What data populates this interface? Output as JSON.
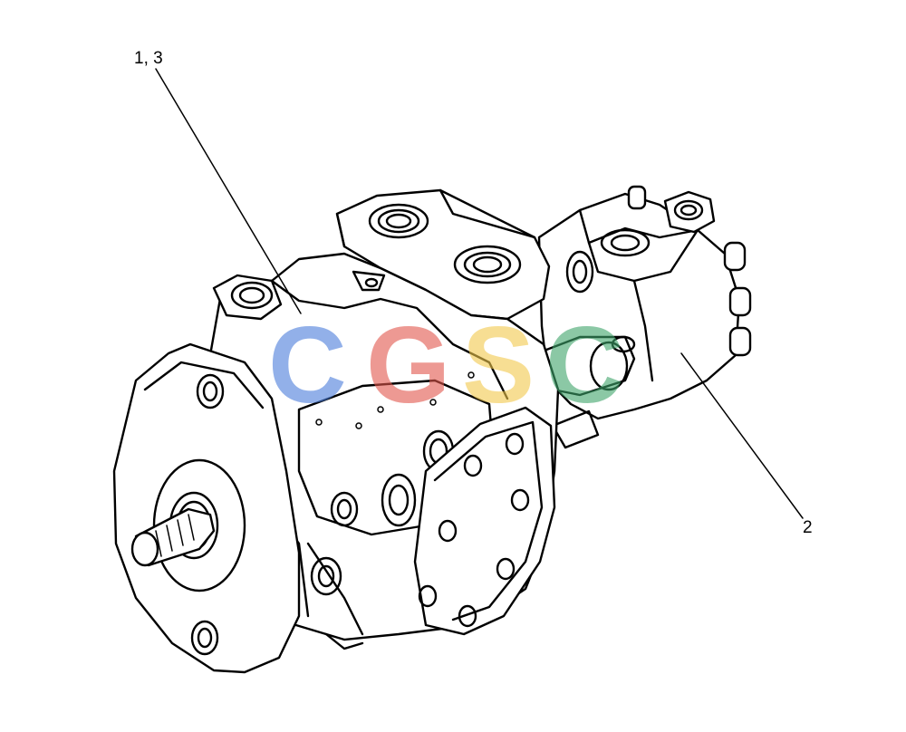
{
  "callouts": [
    {
      "id": "callout-1-3",
      "label": "1, 3"
    },
    {
      "id": "callout-2",
      "label": "2"
    }
  ],
  "watermark": {
    "letters": [
      "C",
      "G",
      "S",
      "C"
    ],
    "colors": [
      "#4a7ddb",
      "#e2574c",
      "#f2c94c",
      "#3fa56b"
    ]
  }
}
